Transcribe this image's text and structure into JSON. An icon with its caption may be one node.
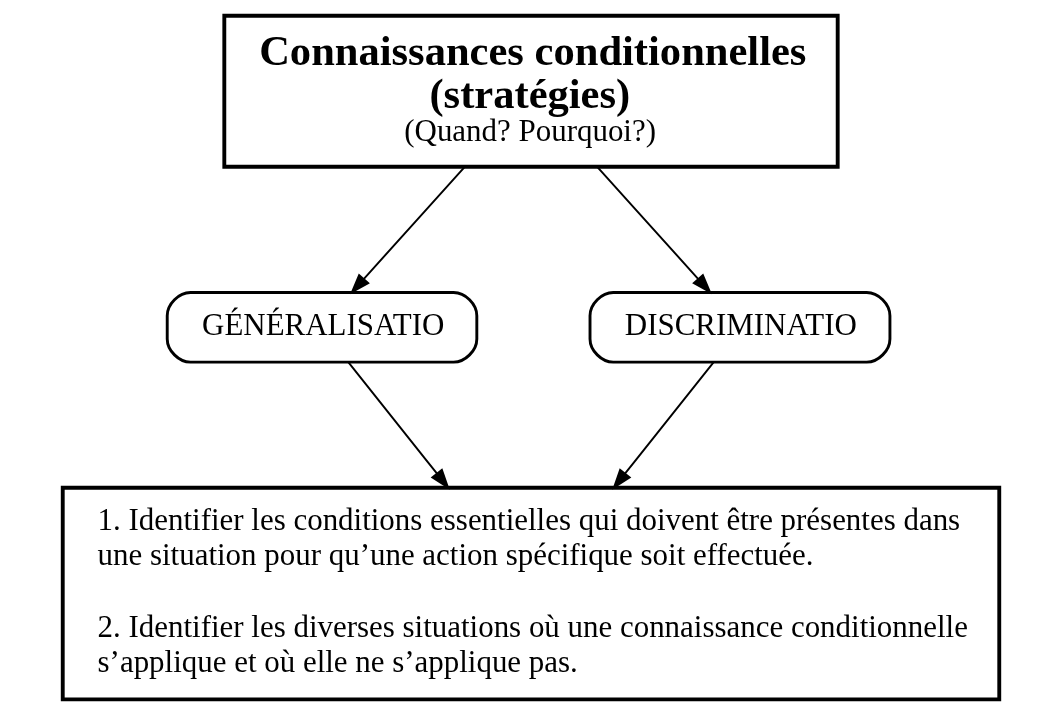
{
  "diagram": {
    "nodes": [
      {
        "text": [
          "Connaissances conditionnelles (stratégies)",
          "(Quand? Pourquoi?)"
        ]
      },
      {
        "text": [
          "GÉNÉRALISATIO"
        ]
      },
      {
        "text": [
          "DISCRIMINATIO"
        ]
      },
      {
        "text": [
          "1. Identifier les conditions essentielles qui doivent être présentes dans une situation pour qu’une action spécifique soit effectuée.",
          "2. Identifier les diverses situations où une connaissance conditionnelle s’applique et où elle ne s’applique pas."
        ]
      }
    ],
    "edges": [
      {
        "from": 0,
        "to": 1,
        "arrow": "to"
      },
      {
        "from": 0,
        "to": 2,
        "arrow": "to"
      },
      {
        "from": 1,
        "to": 3,
        "arrow": "to"
      },
      {
        "from": 2,
        "to": 3,
        "arrow": "to"
      }
    ]
  }
}
